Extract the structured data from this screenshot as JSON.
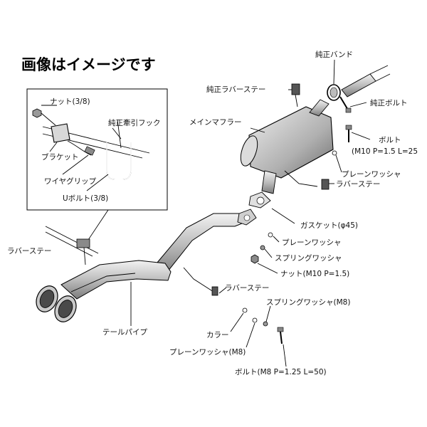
{
  "header": {
    "title": "画像はイメージです"
  },
  "inset": {
    "labels": {
      "nut": "ナット(3/8)",
      "hook": "純正牽引フック",
      "bracket": "ブラケット",
      "wire_grip": "ワイヤグリップ",
      "u_bolt": "Uボルト(3/8)"
    }
  },
  "labels": {
    "oem_band": "純正バンド",
    "oem_rubber_stay": "純正ラバーステー",
    "oem_bolt": "純正ボルト",
    "main_muffler": "メインマフラー",
    "bolt_m10": "ボルト",
    "bolt_m10_spec": "(M10 P=1.5 L=25",
    "plain_washer_top": "プレーンワッシャ",
    "rubber_stay_right": "ラバーステー",
    "gasket": "ガスケット(φ45)",
    "plain_washer_mid": "プレーンワッシャ",
    "spring_washer_mid": "スプリングワッシャ",
    "nut_m10": "ナット(M10 P=1.5)",
    "rubber_stay_left": "ラバーステー",
    "rubber_stay_lower": "ラバーステー",
    "spring_washer_m8": "スプリングワッシャ(M8)",
    "tail_pipe": "テールパイプ",
    "collar": "カラー",
    "plain_washer_m8": "プレーンワッシャ(M8)",
    "bolt_m8": "ボルト(M8 P=1.25 L=50)"
  },
  "colors": {
    "ink": "#000000",
    "part_fill": "#bdbdbd",
    "part_light": "#e6e6e6",
    "paper": "#ffffff"
  }
}
